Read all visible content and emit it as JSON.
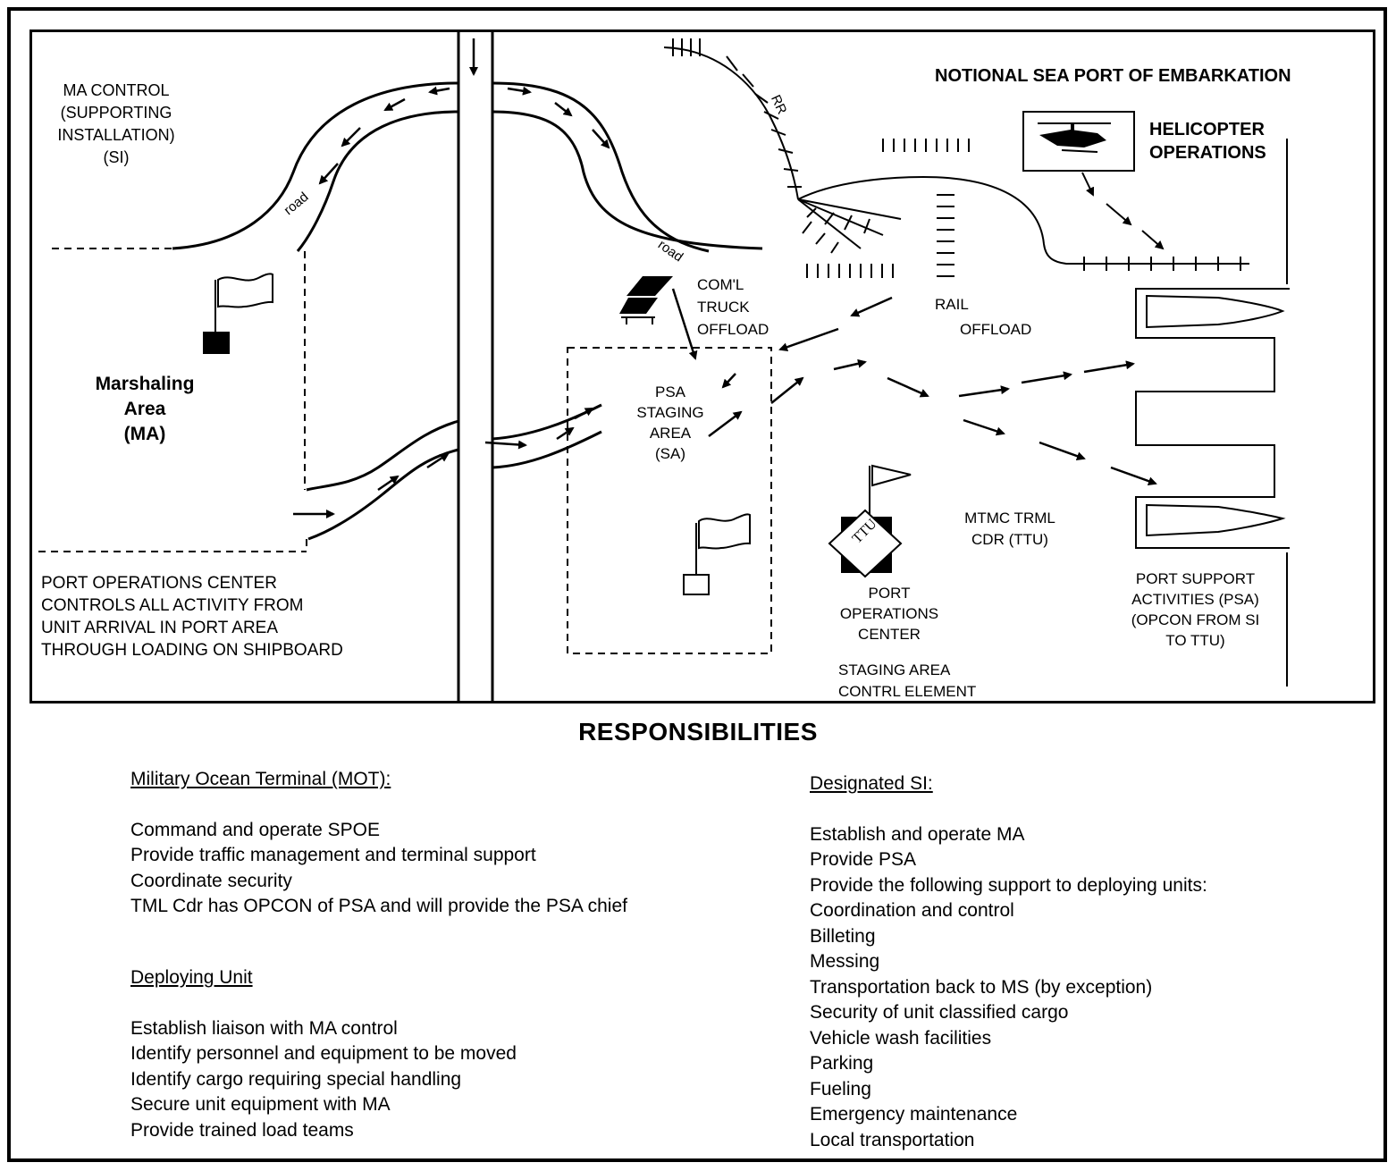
{
  "diagram": {
    "title": "NOTIONAL SEA PORT OF EMBARKATION",
    "ma_control": [
      "MA CONTROL",
      "(SUPPORTING",
      "INSTALLATION)",
      "(SI)"
    ],
    "road_label_left": "road",
    "road_label_right": "road",
    "rr_label": "RR",
    "helicopter": [
      "HELICOPTER",
      "OPERATIONS"
    ],
    "marshaling": [
      "Marshaling",
      "Area",
      "(MA)"
    ],
    "comml_truck": [
      "COM'L",
      "TRUCK",
      "OFFLOAD"
    ],
    "rail": "RAIL",
    "offload": "OFFLOAD",
    "psa_staging": [
      "PSA",
      "STAGING",
      "AREA",
      "(SA)"
    ],
    "ttu_flag": "TTU",
    "mtmc": [
      "MTMC TRML",
      "CDR (TTU)"
    ],
    "port_ops_center": [
      "PORT",
      "OPERATIONS",
      "CENTER"
    ],
    "staging_control": [
      "STAGING AREA",
      "CONTRL ELEMENT"
    ],
    "psa_activities": [
      "PORT SUPPORT",
      "ACTIVITIES (PSA)",
      "(OPCON FROM SI",
      "TO TTU)"
    ],
    "poc_controls": [
      "PORT OPERATIONS CENTER",
      "CONTROLS ALL ACTIVITY FROM",
      "UNIT ARRIVAL IN PORT AREA",
      "THROUGH LOADING ON SHIPBOARD"
    ]
  },
  "responsibilities": {
    "title": "RESPONSIBILITIES",
    "mot": {
      "heading": "Military Ocean Terminal (MOT):",
      "items": [
        "Command and operate SPOE",
        "Provide traffic management and terminal support",
        "Coordinate security",
        "TML Cdr has OPCON of PSA and will provide the PSA chief"
      ]
    },
    "deploying": {
      "heading": "Deploying Unit",
      "items": [
        "Establish liaison with MA control",
        "Identify personnel and equipment to be moved",
        "Identify cargo requiring special handling",
        "Secure unit equipment with MA",
        "Provide trained load teams"
      ]
    },
    "si": {
      "heading": "Designated SI:",
      "items": [
        "Establish and operate MA",
        "Provide PSA",
        "Provide the following support to deploying units:",
        "Coordination and control",
        "Billeting",
        "Messing",
        "Transportation back to MS (by exception)",
        "Security of unit classified cargo",
        "Vehicle wash facilities",
        "Parking",
        "Fueling",
        "Emergency maintenance",
        "Local transportation"
      ]
    }
  }
}
